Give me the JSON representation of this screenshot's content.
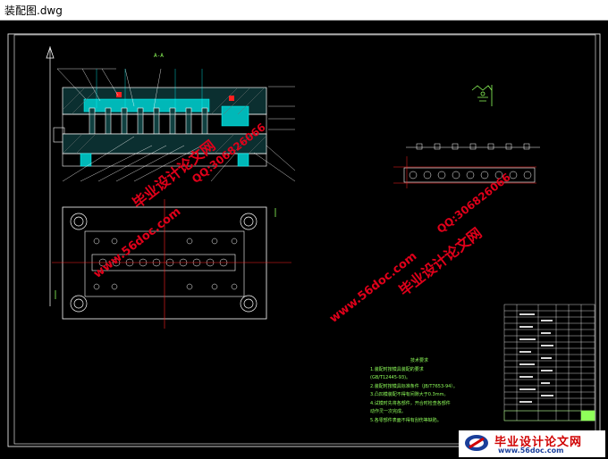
{
  "window": {
    "title": "装配图.dwg"
  },
  "drawing": {
    "section_label": "A-A",
    "notes_title": "技术要求",
    "notes": [
      "1.装配时按模具装配的要求",
      "(GB/T12445-93)。",
      "2.装配时按模具标准条件（JB/T7653-94）。",
      "3.凸凹模装配不得有间隙大于0.3mm。",
      "4.试模时先将各部件，开合时检查各部件",
      "动作灵一次完成。",
      "5.各零部件表面不得有刮伤等缺陷。"
    ]
  },
  "watermarks": {
    "site_name": "毕业设计论文网",
    "site_url": "www.56doc.com",
    "qq": "QQ:306826066"
  },
  "logo": {
    "title": "毕业设计论文网",
    "url": "www.56doc.com"
  },
  "colors": {
    "background": "#000000",
    "lines": "#ffffff",
    "cyan": "#00e0e0",
    "green": "#8fff5a",
    "red": "#ff2020",
    "watermark": "#e0001a"
  }
}
